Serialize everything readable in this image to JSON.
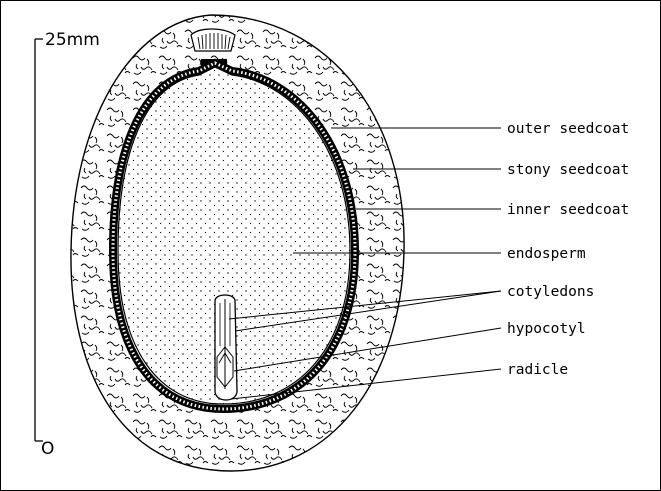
{
  "scale": {
    "top_label": "25mm",
    "bottom_label": "O"
  },
  "labels": {
    "outer_seedcoat": "outer seedcoat",
    "stony_seedcoat": "stony seedcoat",
    "inner_seedcoat": "inner seedcoat",
    "endosperm": "endosperm",
    "cotyledons": "cotyledons",
    "hypocotyl": "hypocotyl",
    "radicle": "radicle"
  },
  "colors": {
    "ink": "#000000",
    "paper": "#ffffff"
  }
}
